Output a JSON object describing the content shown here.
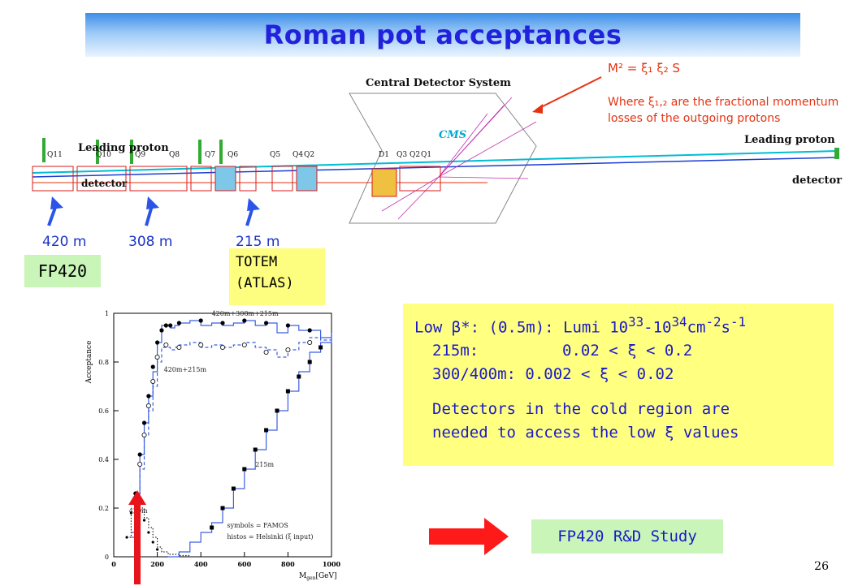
{
  "title": "Roman pot acceptances",
  "schematic": {
    "formula": "M² = ξ₁ ξ₂ S",
    "formula_note_line1": "Where ξ₁,₂ are the fractional momentum",
    "formula_note_line2": "losses of the outgoing protons",
    "central_label": "Central Detector System",
    "cms_label": "CMS",
    "leading_proton_left": "Leading proton",
    "leading_proton_right": "Leading proton",
    "detector_left": "detector",
    "detector_right": "detector",
    "magnets": [
      "Q11",
      "Q10",
      "Q9",
      "Q8",
      "Q7",
      "Q6",
      "Q5",
      "Q4",
      "Q2",
      "D1",
      "Q3",
      "Q2",
      "Q1"
    ],
    "distances": [
      "420 m",
      "308 m",
      "215 m"
    ],
    "colors": {
      "beam_cyan": "#00bcd4",
      "beam_blue": "#1a3cd6",
      "arrow_blue": "#2a55e8",
      "annot_red": "#e53312",
      "magenta": "#c02fb0"
    }
  },
  "labels": {
    "fp420": "FP420",
    "totem_line1": "TOTEM",
    "totem_line2": "(ATLAS)"
  },
  "info_box": {
    "line1_prefix": "Low β*: (0.5m): Lumi 10",
    "line1_exp1": "33",
    "line1_mid": "-10",
    "line1_exp2": "34",
    "line1_unit": "cm",
    "line1_exp3": "-2",
    "line1_unit2": "s",
    "line1_exp4": "-1",
    "line2_a": "215m:",
    "line2_b": "0.02 < ξ < 0.2",
    "line3": "300/400m: 0.002 < ξ < 0.02",
    "line4": "Detectors in the cold region are",
    "line5": "needed to access the low ξ values"
  },
  "rd_label": "FP420 R&D Study",
  "page_number": "26",
  "chart_data": {
    "type": "line",
    "xlabel": "M",
    "xlabel_sub": "gen",
    "xlabel_unit": "[GeV]",
    "ylabel": "Acceptance",
    "xlim": [
      0,
      1000
    ],
    "ylim": [
      0,
      1.0
    ],
    "xticks": [
      0,
      200,
      400,
      600,
      800,
      1000
    ],
    "yticks": [
      0,
      0.2,
      0.4,
      0.6,
      0.8,
      1.0
    ],
    "legend_text": [
      "symbols = FAMOS",
      "histos = Helsinki (ξ input)"
    ],
    "series": [
      {
        "name": "420m+308m+215m",
        "style": "solid",
        "x": [
          80,
          100,
          120,
          140,
          160,
          180,
          200,
          220,
          240,
          260,
          280,
          300,
          350,
          400,
          450,
          500,
          550,
          600,
          650,
          700,
          750,
          800,
          850,
          900,
          950,
          1000
        ],
        "y": [
          0.1,
          0.26,
          0.42,
          0.55,
          0.66,
          0.76,
          0.88,
          0.95,
          0.95,
          0.94,
          0.95,
          0.96,
          0.97,
          0.95,
          0.96,
          0.95,
          0.96,
          0.97,
          0.95,
          0.96,
          0.92,
          0.95,
          0.93,
          0.93,
          0.9,
          0.92
        ]
      },
      {
        "name": "420m+215m",
        "style": "dashed",
        "x": [
          80,
          100,
          120,
          140,
          160,
          180,
          200,
          220,
          240,
          260,
          280,
          300,
          350,
          400,
          450,
          500,
          550,
          600,
          650,
          700,
          750,
          800,
          850,
          900,
          950,
          1000
        ],
        "y": [
          0.08,
          0.2,
          0.36,
          0.5,
          0.6,
          0.7,
          0.8,
          0.86,
          0.86,
          0.85,
          0.86,
          0.87,
          0.88,
          0.86,
          0.87,
          0.86,
          0.87,
          0.88,
          0.86,
          0.85,
          0.82,
          0.85,
          0.88,
          0.9,
          0.89,
          0.91
        ]
      },
      {
        "name": "420m",
        "style": "dotted",
        "x": [
          60,
          80,
          100,
          120,
          140,
          160,
          180,
          200,
          220,
          250,
          300,
          350
        ],
        "y": [
          0.08,
          0.18,
          0.22,
          0.2,
          0.16,
          0.12,
          0.08,
          0.04,
          0.02,
          0.01,
          0.005,
          0.0
        ]
      },
      {
        "name": "215m",
        "style": "solid",
        "x": [
          250,
          300,
          350,
          400,
          450,
          500,
          550,
          600,
          650,
          700,
          750,
          800,
          850,
          900,
          950,
          1000
        ],
        "y": [
          0.0,
          0.02,
          0.06,
          0.1,
          0.14,
          0.2,
          0.28,
          0.36,
          0.44,
          0.52,
          0.6,
          0.68,
          0.76,
          0.84,
          0.88,
          0.92
        ]
      },
      {
        "name": "FAMOS 420m+308m+215m",
        "style": "filled-circle",
        "x": [
          100,
          120,
          140,
          160,
          180,
          200,
          220,
          240,
          260,
          300,
          400,
          500,
          600,
          700,
          800,
          900
        ],
        "y": [
          0.26,
          0.42,
          0.55,
          0.66,
          0.78,
          0.88,
          0.93,
          0.95,
          0.95,
          0.96,
          0.97,
          0.96,
          0.97,
          0.96,
          0.95,
          0.93
        ]
      },
      {
        "name": "FAMOS 420m+215m",
        "style": "open-circle",
        "x": [
          100,
          120,
          140,
          160,
          180,
          200,
          240,
          300,
          400,
          500,
          600,
          700,
          800,
          900
        ],
        "y": [
          0.22,
          0.38,
          0.5,
          0.62,
          0.72,
          0.82,
          0.87,
          0.86,
          0.87,
          0.86,
          0.87,
          0.84,
          0.85,
          0.88
        ]
      },
      {
        "name": "FAMOS 420m",
        "style": "small-dot",
        "x": [
          60,
          80,
          100,
          120,
          140,
          160,
          180,
          200
        ],
        "y": [
          0.08,
          0.18,
          0.2,
          0.19,
          0.15,
          0.1,
          0.06,
          0.03
        ]
      },
      {
        "name": "FAMOS 215m",
        "style": "filled-square",
        "x": [
          450,
          500,
          550,
          600,
          650,
          700,
          750,
          800,
          850,
          900,
          950
        ],
        "y": [
          0.12,
          0.2,
          0.28,
          0.36,
          0.44,
          0.52,
          0.6,
          0.68,
          0.74,
          0.8,
          0.86
        ]
      }
    ],
    "annotations": [
      "420m+308m+215m",
      "420m+215m",
      "420m",
      "215m"
    ]
  }
}
